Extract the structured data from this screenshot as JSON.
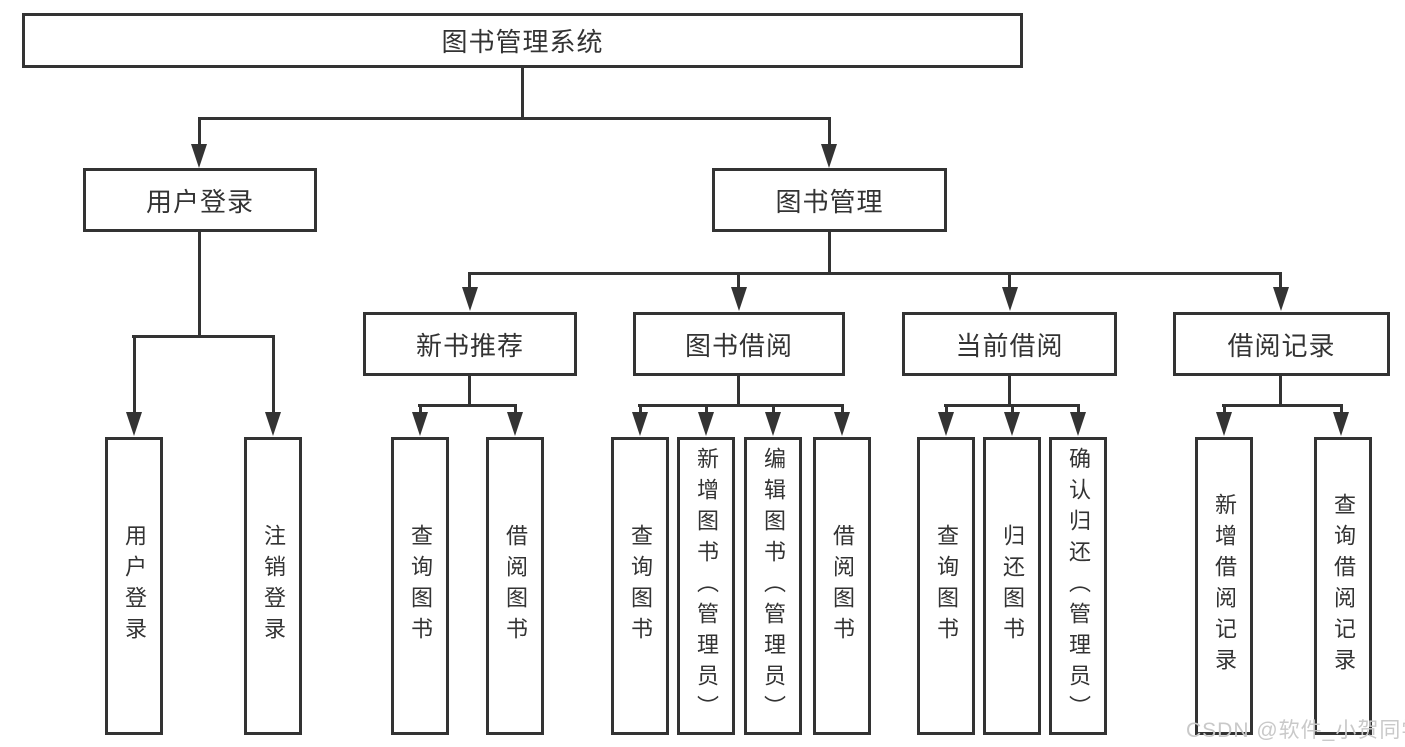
{
  "diagram": {
    "title": "图书管理系统",
    "branches": [
      {
        "label": "用户登录",
        "children": [
          "用户登录",
          "注销登录"
        ]
      },
      {
        "label": "图书管理",
        "children": [
          {
            "label": "新书推荐",
            "children": [
              "查询图书",
              "借阅图书"
            ]
          },
          {
            "label": "图书借阅",
            "children": [
              "查询图书",
              "新增图书（管理员）",
              "编辑图书（管理员）",
              "借阅图书"
            ]
          },
          {
            "label": "当前借阅",
            "children": [
              "查询图书",
              "归还图书",
              "确认归还（管理员）"
            ]
          },
          {
            "label": "借阅记录",
            "children": [
              "新增借阅记录",
              "查询借阅记录"
            ]
          }
        ]
      }
    ],
    "watermark": "CSDN @软件_小贺同学",
    "colors": {
      "line": "#333333",
      "text": "#333333",
      "watermark": "#c9c9c9",
      "background": "#ffffff"
    }
  }
}
